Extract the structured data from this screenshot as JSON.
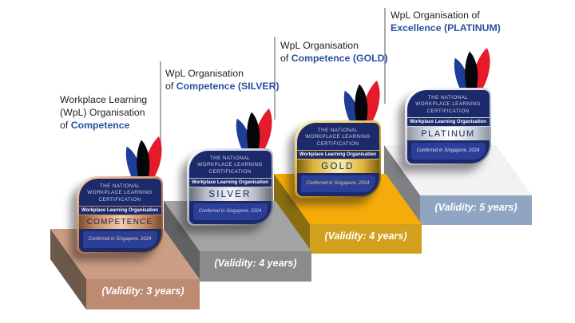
{
  "css_vars": {
    "--label-blue": "#2a4fa2",
    "--navy": "#1c2a6b",
    "--navy2": "#2b3f99",
    "--badge-header": "#c9cfdc",
    "--copper-l": "#f2cfae",
    "--copper-m": "#c98c61",
    "--copper-d": "#7a4e2e",
    "--copper-text": "#eac4a4",
    "--silver-l": "#f4f6f9",
    "--silver-m": "#b9bfc9",
    "--silver-d": "#686d76",
    "--silver-text": "#ccd3de",
    "--gold-l": "#f9ecae",
    "--gold-m": "#ddb53c",
    "--gold-d": "#7e5e0d",
    "--gold-text": "#e7cd7c",
    "--plat-l": "#ffffff",
    "--plat-m": "#ccd2da",
    "--plat-d": "#8f959f",
    "--plat-text": "#dde2ea"
  },
  "logo_colors": {
    "red": "#e51a2b",
    "black": "#05060a",
    "blue": "#1e3d99",
    "cyan": "#2ea7dd"
  },
  "tiers": [
    {
      "name": "Competence",
      "label": {
        "black": "Workplace Learning\n(WpL) Organisation\nof ",
        "blue": "Competence"
      },
      "badge": {
        "header": "THE NATIONAL\nWORKPLACE LEARNING\nCERTIFICATION",
        "org_band": "Workplace Learning Organisation",
        "tier": "COMPETENCE",
        "conferred": "Conferred in Singapore, 2024"
      },
      "validity": "(Validity: 3 years)",
      "step": {
        "top": "#cb9d85",
        "front": "#bd8b71",
        "side": "#6d594b"
      }
    },
    {
      "name": "Silver",
      "label": {
        "black": "WpL Organisation\nof ",
        "blue": "Competence (SILVER)"
      },
      "badge": {
        "header": "THE NATIONAL\nWORKPLACE LEARNING\nCERTIFICATION",
        "org_band": "Workplace Learning Organisation",
        "tier": "SILVER",
        "conferred": "Conferred in Singapore, 2024"
      },
      "validity": "(Validity: 4 years)",
      "step": {
        "top": "#a4a4a4",
        "front": "#8b8b8b",
        "side": "#616161"
      }
    },
    {
      "name": "Gold",
      "label": {
        "black": "WpL Organisation\nof ",
        "blue": "Competence (GOLD)"
      },
      "badge": {
        "header": "THE NATIONAL\nWORKPLACE LEARNING\nCERTIFICATION",
        "org_band": "Workplace Learning Organisation",
        "tier": "GOLD",
        "conferred": "Conferred in Singapore, 2024"
      },
      "validity": "(Validity: 4 years)",
      "step": {
        "top": "#f6ac08",
        "front": "#d2a01d",
        "side": "#8a6d10"
      }
    },
    {
      "name": "Platinum",
      "label": {
        "black": "WpL Organisation of\n",
        "blue": "Excellence (PLATINUM)"
      },
      "badge": {
        "header": "THE NATIONAL\nWORKPLACE LEARNING\nCERTIFICATION",
        "org_band": "Workplace Learning Organisation",
        "tier": "PLATINUM",
        "conferred": "Conferred in Singapore, 2024"
      },
      "validity": "(Validity: 5 years)",
      "step": {
        "top": "#f2f2f3",
        "front": "#90a5c1",
        "side": "#7e8084"
      }
    }
  ]
}
